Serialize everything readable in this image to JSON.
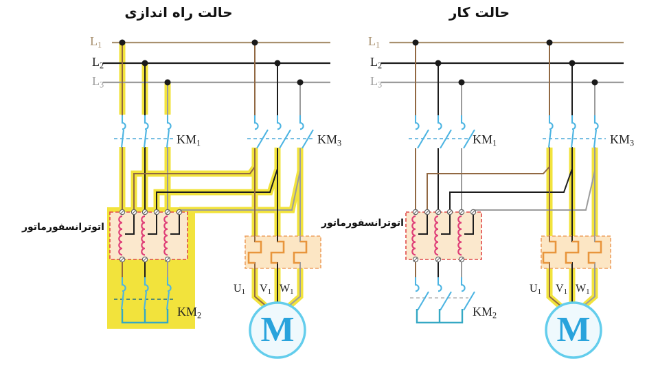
{
  "titles": {
    "left": "حالت راه اندازی",
    "right": "حالت کار"
  },
  "phase_labels": {
    "l1": {
      "base": "L",
      "sub": "1"
    },
    "l2": {
      "base": "L",
      "sub": "2"
    },
    "l3": {
      "base": "L",
      "sub": "3"
    }
  },
  "contactor_labels": {
    "km1": {
      "base": "KM",
      "sub": "1"
    },
    "km2": {
      "base": "KM",
      "sub": "2"
    },
    "km3": {
      "base": "KM",
      "sub": "3"
    }
  },
  "autotransformer_label": "اتوترانسفورماتور",
  "motor_terminals": {
    "u1": {
      "base": "U",
      "sub": "1"
    },
    "v1": {
      "base": "V",
      "sub": "1"
    },
    "w1": {
      "base": "W",
      "sub": "1"
    }
  },
  "motor_letter": "M",
  "colors": {
    "bus_l1": "#a8906e",
    "phase_l1": "#91684200",
    "phase_l1_fix": "#916842",
    "phase_l2": "#1c1c1c",
    "phase_l3": "#9b9b9b",
    "contact_blue": "#4cb4e2",
    "link_dash_blue": "#4aa8d8",
    "star_bar_teal": "#35a8c4",
    "coil_pink": "#df4078",
    "component_fill": "#fbe8cd",
    "transformer_border": "#e04848",
    "overload_border": "#eda060",
    "overload_element": "#e8953c",
    "highlight_yellow": "#f2e33c",
    "motor_blue": "#29a3dc",
    "motor_ring": "#63cdec",
    "motor_fill": "#eff9fd",
    "junction_dot": "#1a1a1a"
  }
}
